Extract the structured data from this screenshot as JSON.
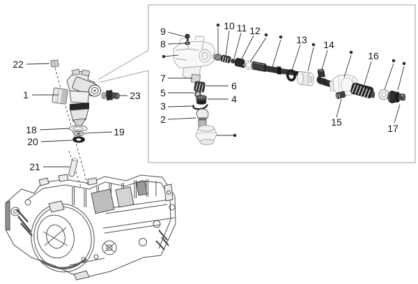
{
  "diagram": {
    "kind": "exploded-parts-diagram",
    "callouts": {
      "c1": "1",
      "c2": "2",
      "c3": "3",
      "c4": "4",
      "c5": "5",
      "c6": "6",
      "c7": "7",
      "c8": "8",
      "c9": "9",
      "c10": "10",
      "c11": "11",
      "c12": "12",
      "c13": "13",
      "c14": "14",
      "c15": "15",
      "c16": "16",
      "c17": "17",
      "c18": "18",
      "c19": "19",
      "c20": "20",
      "c21": "21",
      "c22": "22",
      "c23": "23"
    },
    "colors": {
      "background": "#ffffff",
      "box_border": "#b3b3b3",
      "leader_line": "#2f2f2f",
      "label_text": "#141414",
      "casing_line": "#4d4d4d",
      "part_dark": "#2c2c2c",
      "part_light": "#f2f2f2"
    }
  }
}
